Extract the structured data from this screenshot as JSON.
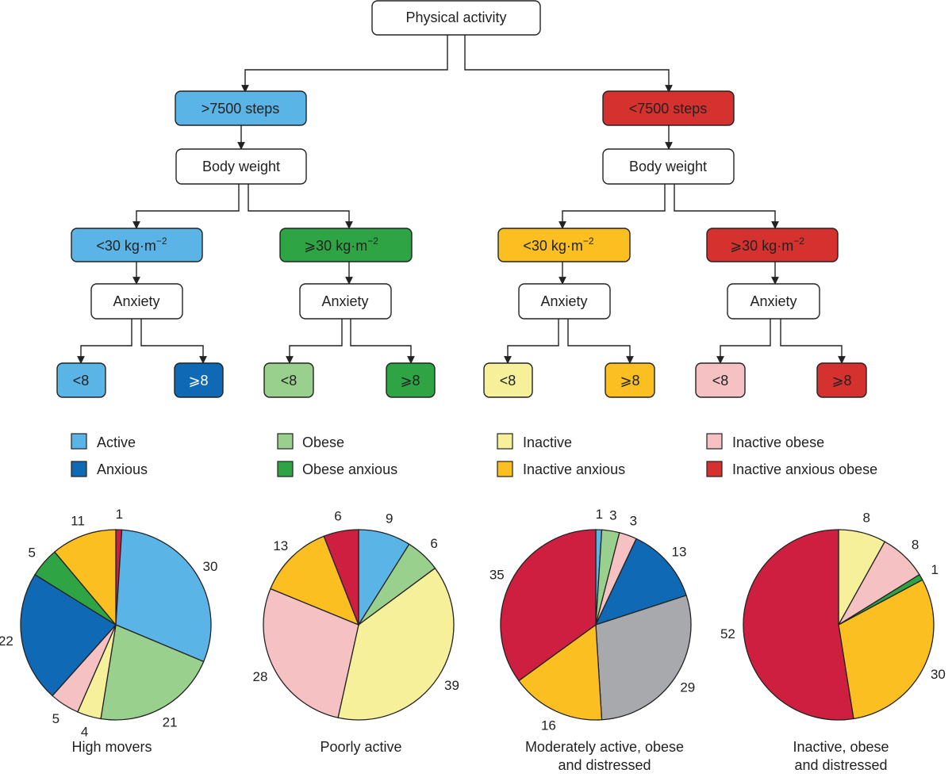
{
  "colors": {
    "active": "#5bb4e6",
    "anxious": "#0f69b4",
    "obese": "#9ad08e",
    "obese_anxious": "#2ea445",
    "inactive": "#f6f09a",
    "inactive_anxious": "#fbbf22",
    "inactive_obese": "#f6c1c3",
    "inactive_anxious_obese": "#d5312f",
    "cluster_red": "#cf1f40",
    "gray": "#a7a9ac",
    "white": "#ffffff",
    "stroke": "#222222"
  },
  "tree": {
    "root": "Physical activity",
    "left": {
      "label": ">7500 steps",
      "weight_label": "Body weight",
      "low": {
        "label": "<30  kg·m",
        "sup": "−2",
        "anxiety_label": "Anxiety",
        "low_leaf": "<8",
        "high_leaf": "⩾8"
      },
      "high": {
        "label": "⩾30  kg·m",
        "sup": "−2",
        "anxiety_label": "Anxiety",
        "low_leaf": "<8",
        "high_leaf": "⩾8"
      }
    },
    "right": {
      "label": "<7500 steps",
      "weight_label": "Body weight",
      "low": {
        "label": "<30  kg·m",
        "sup": "−2",
        "anxiety_label": "Anxiety",
        "low_leaf": "<8",
        "high_leaf": "⩾8"
      },
      "high": {
        "label": "⩾30  kg·m",
        "sup": "−2",
        "anxiety_label": "Anxiety",
        "low_leaf": "<8",
        "high_leaf": "⩾8"
      }
    }
  },
  "legend": [
    {
      "label": "Active",
      "color": "#5bb4e6"
    },
    {
      "label": "Anxious",
      "color": "#0f69b4"
    },
    {
      "label": "Obese",
      "color": "#9ad08e"
    },
    {
      "label": "Obese anxious",
      "color": "#2ea445"
    },
    {
      "label": "Inactive",
      "color": "#f6f09a"
    },
    {
      "label": "Inactive anxious",
      "color": "#fbbf22"
    },
    {
      "label": "Inactive obese",
      "color": "#f6c1c3"
    },
    {
      "label": "Inactive anxious obese",
      "color": "#d5312f"
    }
  ],
  "chart_data": [
    {
      "type": "pie",
      "title": "High movers",
      "slices": [
        {
          "value": 1,
          "color": "#cf1f40"
        },
        {
          "value": 30,
          "color": "#5bb4e6"
        },
        {
          "value": 21,
          "color": "#9ad08e"
        },
        {
          "value": 4,
          "color": "#f6f09a"
        },
        {
          "value": 5,
          "color": "#f6c1c3"
        },
        {
          "value": 22,
          "color": "#0f69b4"
        },
        {
          "value": 5,
          "color": "#2ea445"
        },
        {
          "value": 11,
          "color": "#fbbf22"
        }
      ]
    },
    {
      "type": "pie",
      "title": "Poorly active",
      "slices": [
        {
          "value": 9,
          "color": "#5bb4e6"
        },
        {
          "value": 6,
          "color": "#9ad08e"
        },
        {
          "value": 39,
          "color": "#f6f09a"
        },
        {
          "value": 28,
          "color": "#f6c1c3"
        },
        {
          "value": 13,
          "color": "#fbbf22"
        },
        {
          "value": 6,
          "color": "#cf1f40"
        }
      ]
    },
    {
      "type": "pie",
      "title": "Moderately active, obese and distressed",
      "title_lines": [
        "Moderately active, obese",
        "and distressed"
      ],
      "slices": [
        {
          "value": 1,
          "color": "#5bb4e6"
        },
        {
          "value": 3,
          "color": "#9ad08e"
        },
        {
          "value": 3,
          "color": "#f6c1c3"
        },
        {
          "value": 13,
          "color": "#0f69b4"
        },
        {
          "value": 29,
          "color": "#a7a9ac"
        },
        {
          "value": 16,
          "color": "#fbbf22"
        },
        {
          "value": 35,
          "color": "#cf1f40"
        }
      ]
    },
    {
      "type": "pie",
      "title": "Inactive, obese and distressed",
      "title_lines": [
        "Inactive, obese",
        "and distressed"
      ],
      "slices": [
        {
          "value": 8,
          "color": "#f6f09a"
        },
        {
          "value": 8,
          "color": "#f6c1c3"
        },
        {
          "value": 1,
          "color": "#2ea445"
        },
        {
          "value": 30,
          "color": "#fbbf22"
        },
        {
          "value": 52,
          "color": "#cf1f40"
        }
      ]
    }
  ]
}
